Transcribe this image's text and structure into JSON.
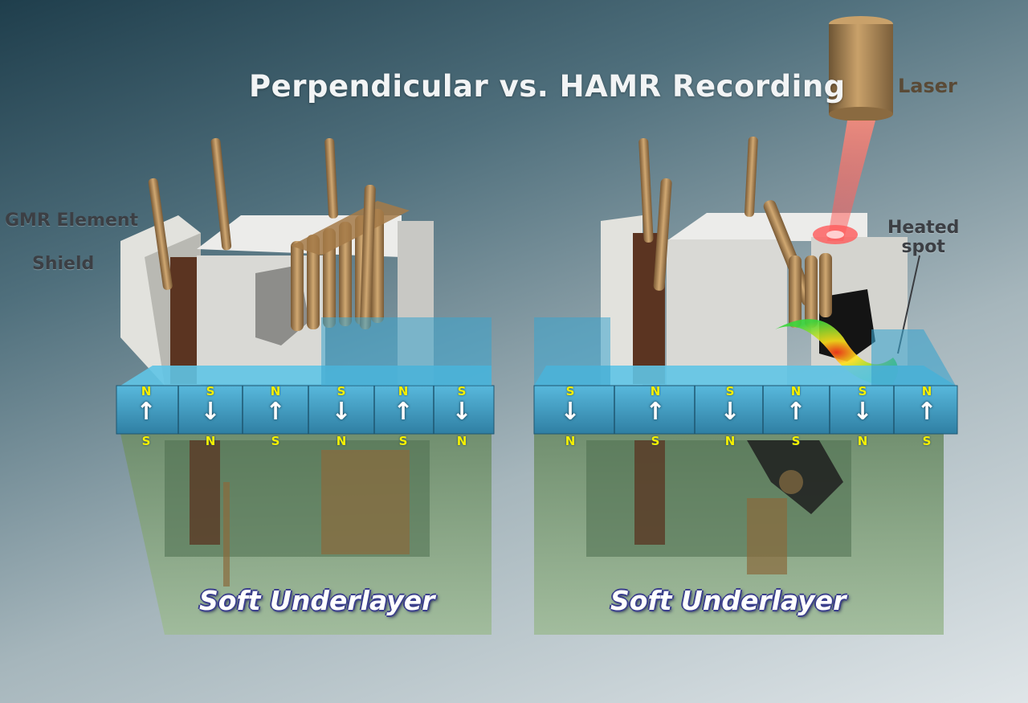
{
  "title": "Perpendicular vs. HAMR Recording",
  "labels": {
    "gmr_element": "GMR Element",
    "shield": "Shield",
    "laser": "Laser",
    "heated_spot_line1": "Heated",
    "heated_spot_line2": "spot"
  },
  "underlayer_label": "Soft Underlayer",
  "left_media": {
    "top_poles": [
      "N",
      "S",
      "N",
      "S",
      "N",
      "S"
    ],
    "bottom_poles": [
      "S",
      "N",
      "S",
      "N",
      "S",
      "N"
    ],
    "arrows": [
      "up",
      "down",
      "up",
      "down",
      "up",
      "down"
    ]
  },
  "right_media": {
    "top_poles": [
      "S",
      "N",
      "S",
      "N",
      "S",
      "N"
    ],
    "bottom_poles": [
      "N",
      "S",
      "N",
      "S",
      "N",
      "S"
    ],
    "arrows": [
      "down",
      "up",
      "down",
      "up",
      "down",
      "up"
    ]
  },
  "colors": {
    "media_layer": "#3f9fc4",
    "soft_underlayer": "#7e9e78",
    "head_body": "#dcdcd8",
    "coil": "#b08a5a",
    "heated_spot": "#7ef020"
  }
}
